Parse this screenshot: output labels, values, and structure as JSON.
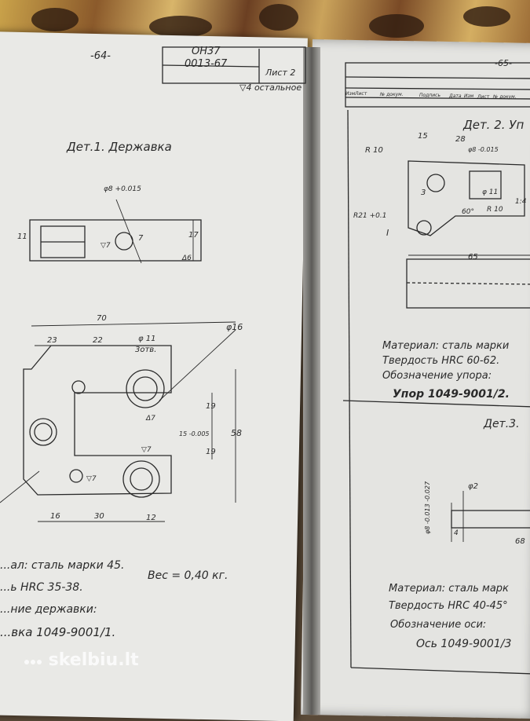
{
  "left_page": {
    "page_number": "-64-",
    "stamp": {
      "code1": "ОН37",
      "code2": "0013-67",
      "sheet": "Лист 2"
    },
    "roughness": "▽4 остальное",
    "part_title": "Дет.1. Державка",
    "top_view": {
      "dia_label": "φ8 +0.015",
      "dim_11": "11",
      "dim_17": "17",
      "dim_7": "7",
      "rough": "▽7",
      "delta": "Δ6"
    },
    "plan_view": {
      "dim_70": "70",
      "dim_23": "23",
      "dim_22": "22",
      "hole_label": "φ 11",
      "hole_count": "3отв.",
      "dia_16": "φ16",
      "dim_19a": "19",
      "dim_19b": "19",
      "dim_58": "58",
      "dim_15": "15 -0.005",
      "dim_16": "16",
      "dim_30": "30",
      "dim_12": "12",
      "rough_a": "▽7",
      "rough_b": "▽7",
      "rough_c": "Δ7"
    },
    "spec": {
      "material": "...ал: сталь марки 45.",
      "weight": "Вес = 0,40 кг.",
      "hardness": "...ь HRC 35-38.",
      "designation_label": "...ние державки:",
      "designation": "...вка 1049-9001/1."
    }
  },
  "right_page": {
    "page_number": "-65-",
    "table_headers": [
      "Изм",
      "Лист",
      "№ докум.",
      "Подпись",
      "Дата",
      "Изм",
      "Лист",
      "№ докум."
    ],
    "part2_title": "Дет. 2. Уп",
    "part2_dims": {
      "r10": "R 10",
      "dim_15": "15",
      "dim_28": "28",
      "dia8": "φ8 -0.015",
      "dim_3": "3",
      "r21": "R21 +0.1",
      "dim_1": "I",
      "dia11": "φ 11",
      "r10b": "R 10",
      "angle": "60°",
      "dim_65": "65",
      "dim_4": "1:4"
    },
    "spec2": {
      "material": "Материал: сталь марки",
      "hardness": "Твердость HRC 60-62.",
      "designation_label": "Обозначение упора:",
      "designation": "Упор 1049-9001/2."
    },
    "part3_title": "Дет.3.",
    "part3_dims": {
      "dia2": "φ2",
      "dim_4": "4",
      "dia8": "φ8 -0.013 -0.027",
      "dim_68": "68"
    },
    "spec3": {
      "material": "Материал: сталь марк",
      "hardness": "Твердость HRC 40-45°",
      "designation_label": "Обозначение оси:",
      "designation": "Ось 1049-9001/3"
    }
  },
  "watermark": "skelbiu.lt"
}
